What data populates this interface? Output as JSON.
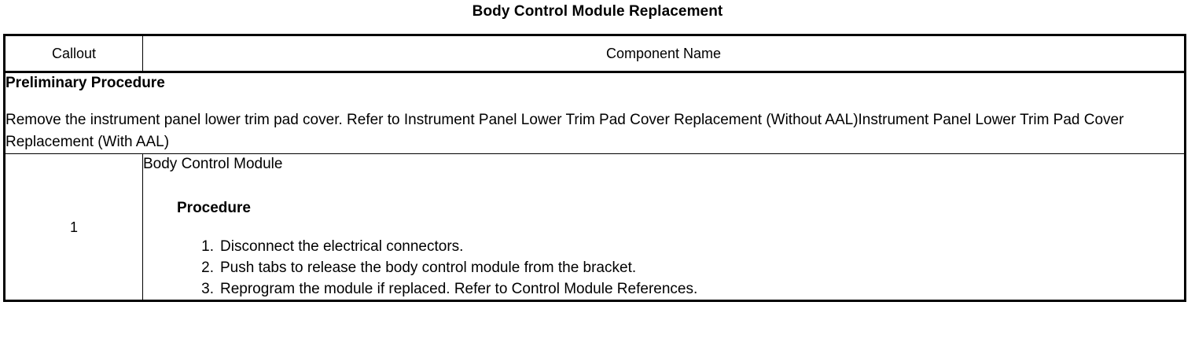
{
  "document": {
    "title": "Body Control Module Replacement"
  },
  "table": {
    "headers": {
      "callout": "Callout",
      "component_name": "Component Name"
    },
    "preliminary": {
      "heading": "Preliminary Procedure",
      "text": "Remove the instrument panel lower trim pad cover. Refer to Instrument Panel Lower Trim Pad Cover Replacement (Without AAL)Instrument Panel Lower Trim Pad Cover Replacement (With AAL)"
    },
    "rows": [
      {
        "callout": "1",
        "component_name": "Body Control Module",
        "procedure_heading": "Procedure",
        "steps": [
          {
            "number": "1.",
            "text": "Disconnect the electrical connectors."
          },
          {
            "number": "2.",
            "text": "Push tabs to release the body control module from the bracket."
          },
          {
            "number": "3.",
            "text": "Reprogram the module if replaced. Refer to Control Module References."
          }
        ]
      }
    ]
  },
  "colors": {
    "text": "#000000",
    "background": "#ffffff",
    "border": "#000000"
  }
}
